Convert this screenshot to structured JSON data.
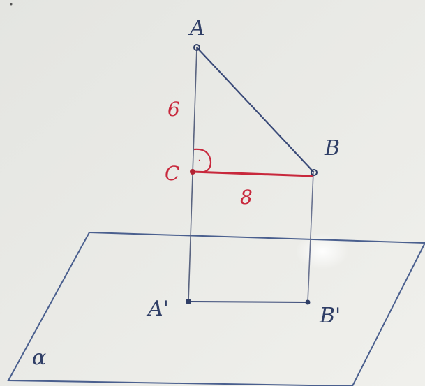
{
  "diagram": {
    "points": {
      "A": "A",
      "B": "B",
      "C": "C",
      "A_prime": "A'",
      "B_prime": "B'"
    },
    "measurements": {
      "AC": "6",
      "CB": "8"
    },
    "plane_label": "α",
    "right_angle_mark": "·"
  },
  "colors": {
    "board": "#e9eae6",
    "ink_blue": "#3a4a78",
    "ink_red": "#c8283c"
  }
}
